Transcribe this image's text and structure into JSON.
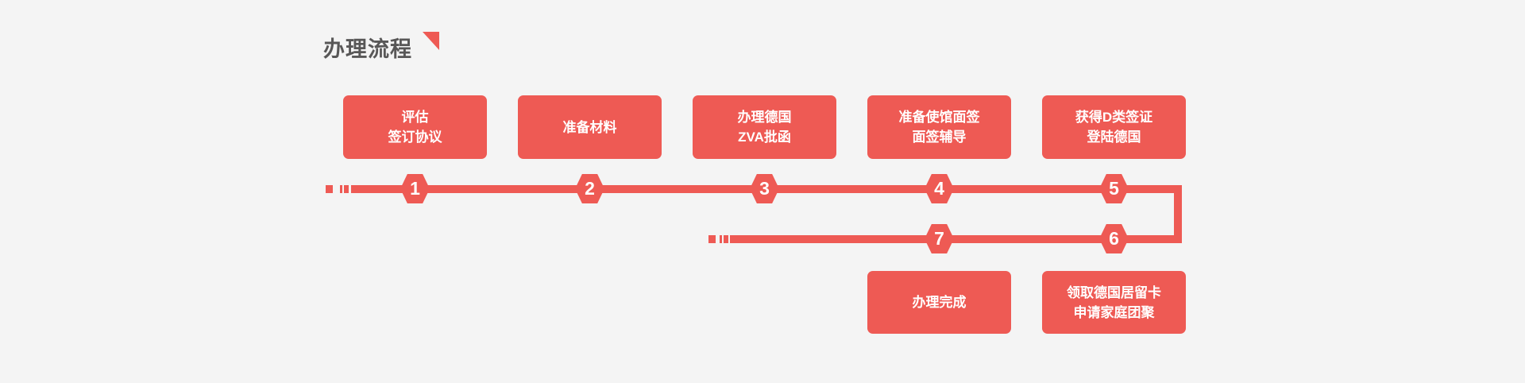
{
  "title": {
    "text": "办理流程"
  },
  "colors": {
    "accent_red": "#ee5a54",
    "background": "#f4f4f4",
    "title_color": "#585757",
    "step_text_color": "#ffffff"
  },
  "steps": [
    {
      "num": "1",
      "lines": [
        "评估",
        "签订协议"
      ]
    },
    {
      "num": "2",
      "lines": [
        "准备材料"
      ]
    },
    {
      "num": "3",
      "lines": [
        "办理德国",
        "ZVA批函"
      ]
    },
    {
      "num": "4",
      "lines": [
        "准备使馆面签",
        "面签辅导"
      ]
    },
    {
      "num": "5",
      "lines": [
        "获得D类签证",
        "登陆德国"
      ]
    },
    {
      "num": "6",
      "lines": [
        "领取德国居留卡",
        "申请家庭团聚"
      ]
    },
    {
      "num": "7",
      "lines": [
        "办理完成"
      ]
    }
  ]
}
